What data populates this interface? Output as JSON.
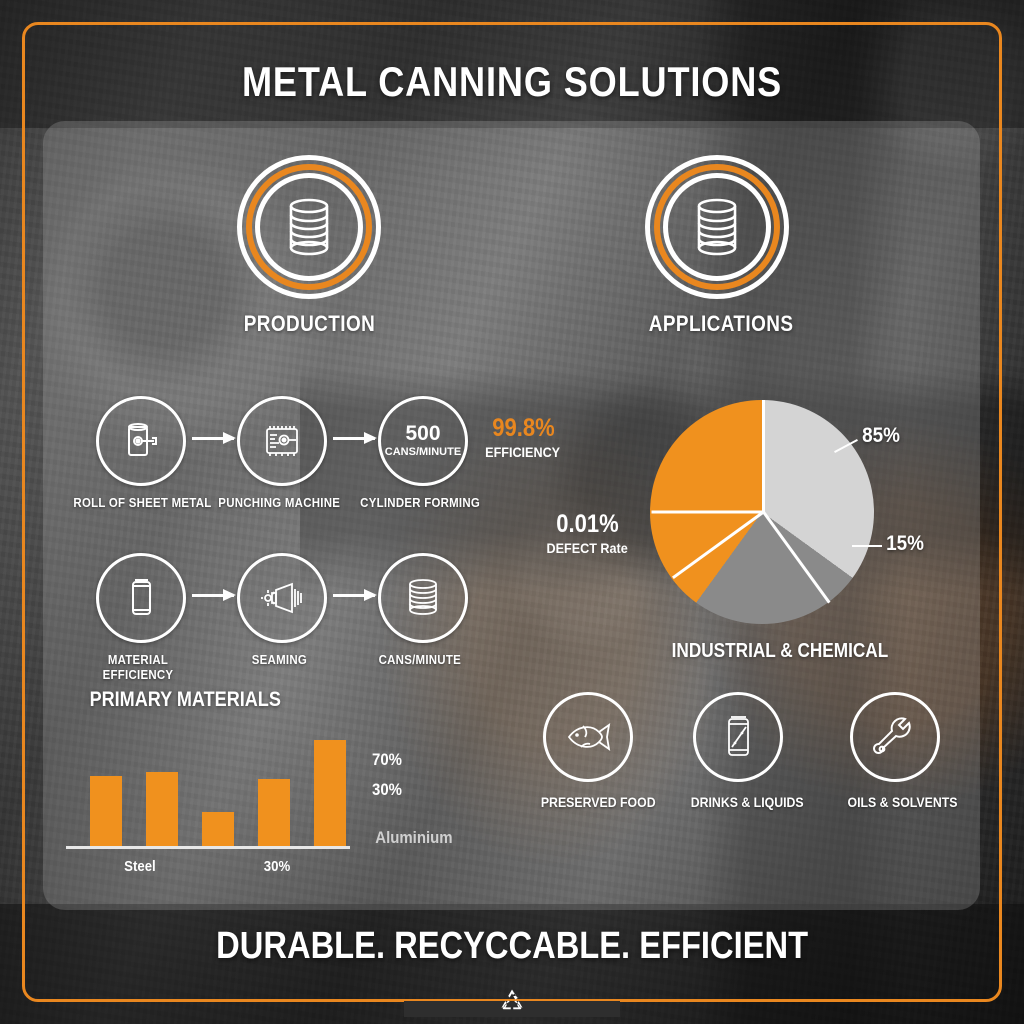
{
  "header": {
    "title": "METAL CANNING SOLUTIONS"
  },
  "footer": {
    "tagline": "DURABLE. RECYCCABLE. EFFICIENT",
    "icon": "recycle-icon"
  },
  "colors": {
    "accent_orange": "#E9871F",
    "bar_orange": "#F0911E",
    "white": "#FFFFFF",
    "pie_light_gray": "#D4D4D4",
    "pie_mid_gray": "#8A8A8A"
  },
  "badges": [
    {
      "label": "PRODUCTION",
      "icon": "stacked-cans-icon"
    },
    {
      "label": "APPLICATIONS",
      "icon": "can-cylinder-icon"
    }
  ],
  "process": {
    "row1": [
      {
        "label": "ROLL OF SHEET METAL",
        "icon": "sheet-metal-roll-icon"
      },
      {
        "label": "PUNCHING MACHINE",
        "icon": "punching-machine-icon"
      },
      {
        "label": "CYLINDER FORMING",
        "icon": "cans-per-minute-value",
        "stat_value": "500",
        "stat_unit": "CANS/MINUTE"
      }
    ],
    "row2": [
      {
        "label": "MATERIAL EFFICIENCY",
        "icon": "can-outline-icon"
      },
      {
        "label": "SEAMING",
        "icon": "seaming-machine-icon"
      },
      {
        "label": "CANS/MINUTE",
        "icon": "stacked-cans-icon"
      }
    ]
  },
  "kpis": [
    {
      "value": "99.8%",
      "caption": "EFFICIENCY",
      "style": "orange"
    },
    {
      "value": "0.01%",
      "caption": "DEFECT Rate",
      "style": "white"
    }
  ],
  "bar_section": {
    "title": "PRIMARY MATERIALS",
    "legend": [
      "70%",
      "30%",
      "Aluminium"
    ],
    "axis_labels": [
      "Steel",
      "30%"
    ]
  },
  "pie_section": {
    "caption": "INDUSTRIAL & CHEMICAL",
    "labels": [
      "85%",
      "15%"
    ]
  },
  "applications": [
    {
      "label": "PRESERVED FOOD",
      "icon": "fish-icon"
    },
    {
      "label": "DRINKS & LIQUIDS",
      "icon": "beverage-can-icon"
    },
    {
      "label": "OILS & SOLVENTS",
      "icon": "wrench-icon"
    }
  ],
  "chart_data": [
    {
      "type": "bar",
      "title": "PRIMARY MATERIALS",
      "categories": [
        "Steel",
        "",
        "",
        "30%",
        ""
      ],
      "values": [
        60,
        63,
        30,
        57,
        90
      ],
      "ylim": [
        0,
        100
      ],
      "xlabel": "",
      "ylabel": "",
      "grid": false,
      "bar_color": "#F0911E",
      "annotations": [
        "70%",
        "30%",
        "Aluminium"
      ],
      "legend_position": "right"
    },
    {
      "type": "pie",
      "title": "INDUSTRIAL & CHEMICAL",
      "labels": [
        "Orange segment",
        "Light gray segment",
        "Light gray wedge",
        "Mid gray segment"
      ],
      "values": [
        40,
        25,
        10,
        25
      ],
      "colors": [
        "#F0911E",
        "#D4D4D4",
        "#D4D4D4",
        "#8A8A8A"
      ],
      "annotations": [
        "85%",
        "15%"
      ],
      "legend_position": "right"
    }
  ]
}
